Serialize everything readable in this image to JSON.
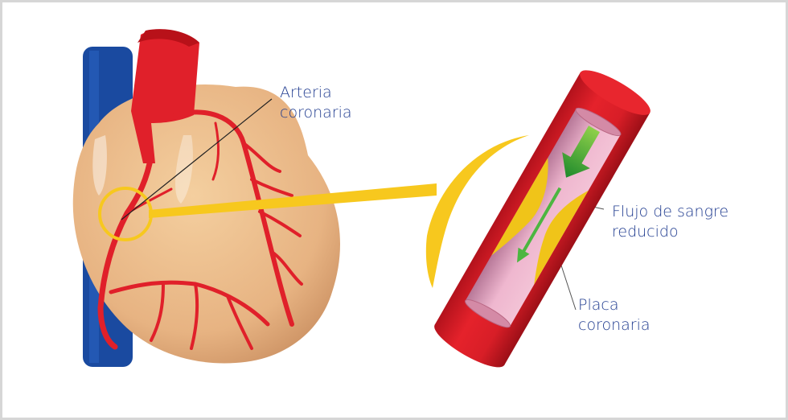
{
  "labels": {
    "artery": [
      "Arteria",
      "coronaria"
    ],
    "flow": [
      "Flujo de sangre",
      "reducido"
    ],
    "plaque": [
      "Placa",
      "coronaria"
    ]
  },
  "colors": {
    "text": "#1f3b8f",
    "artery_red": "#e0202a",
    "vein_blue": "#1a4aa0",
    "heart_skin": "#eab98a",
    "highlight_yellow": "#f7c81e",
    "plaque_yellow": "#f0c419",
    "lumen_pink": "#e9a9c6",
    "flow_green": "#3aa935",
    "border": "#d6d6d6"
  }
}
